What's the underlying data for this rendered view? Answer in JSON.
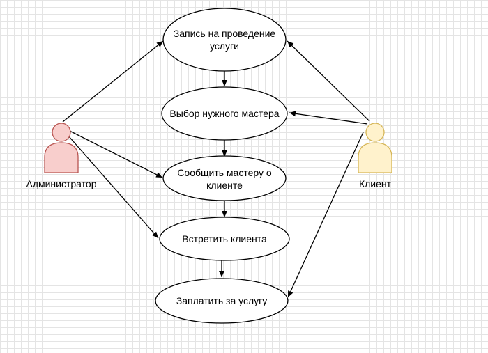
{
  "actors": {
    "admin": {
      "label": "Администратор",
      "fill": "#f8cecc",
      "stroke": "#b85450"
    },
    "client": {
      "label": "Клиент",
      "fill": "#fff2cc",
      "stroke": "#d6b656"
    }
  },
  "use_cases": {
    "uc1": {
      "line1": "Запись на проведение",
      "line2": "услуги"
    },
    "uc2": {
      "line1": "Выбор нужного мастера"
    },
    "uc3": {
      "line1": "Сообщить мастеру о",
      "line2": "клиенте"
    },
    "uc4": {
      "line1": "Встретить клиента"
    },
    "uc5": {
      "line1": "Заплатить за услугу"
    }
  },
  "colors": {
    "line": "#000000",
    "ellipse_fill": "#ffffff",
    "ellipse_stroke": "#000000"
  }
}
